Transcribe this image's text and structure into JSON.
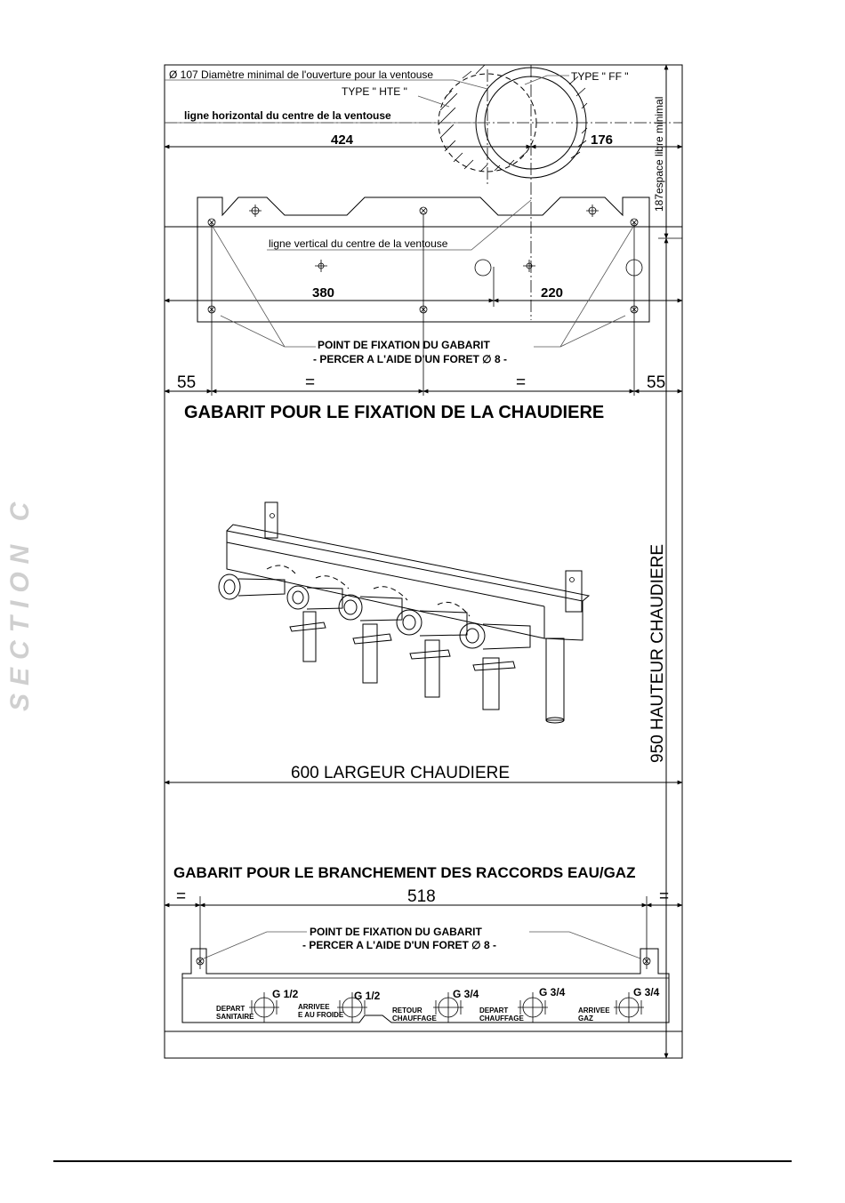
{
  "side_label": "SECTION C",
  "top": {
    "diameter_note": "Ø 107 Diamètre minimal de l'ouverture pour la ventouse",
    "type_hte": "TYPE \" HTE \"",
    "type_ff": "TYPE \" FF \"",
    "horizontal_axis_label": "ligne horizontal du centre de la ventouse",
    "vertical_axis_label": "ligne vertical du centre de la ventouse",
    "dim_424": "424",
    "dim_176": "176",
    "dim_187": "187",
    "free_space": "espace libre minimal",
    "dim_380": "380",
    "dim_220": "220",
    "fixing_point_1": "POINT DE FIXATION DU GABARIT",
    "fixing_point_2": "- PERCER A L'AIDE D'UN FORET ∅ 8 -",
    "dim_55_left": "55",
    "dim_eq_left": "=",
    "dim_eq_right": "=",
    "dim_55_right": "55"
  },
  "title_boiler_template": "GABARIT POUR LE FIXATION DE LA CHAUDIERE",
  "height_label": "950  HAUTEUR CHAUDIERE",
  "width_label": "600    LARGEUR CHAUDIERE",
  "title_connections_template": "GABARIT POUR LE BRANCHEMENT DES RACCORDS EAU/GAZ",
  "bottom": {
    "dim_eq_left": "=",
    "dim_518": "518",
    "dim_eq_right": "=",
    "fixing_point_1": "POINT DE FIXATION DU GABARIT",
    "fixing_point_2": "- PERCER A L'AIDE D'UN FORET ∅ 8 -",
    "connections": [
      {
        "size": "G 1/2",
        "label_1": "DEPART",
        "label_2": "SANITAIRE"
      },
      {
        "size": "G 1/2",
        "label_1": "ARRIVEE",
        "label_2": "E AU FROIDE"
      },
      {
        "size": "G 3/4",
        "label_1": "RETOUR",
        "label_2": "CHAUFFAGE"
      },
      {
        "size": "G 3/4",
        "label_1": "DEPART",
        "label_2": "CHAUFFAGE"
      },
      {
        "size": "G 3/4",
        "label_1": "ARRIVEE",
        "label_2": "GAZ"
      }
    ]
  }
}
